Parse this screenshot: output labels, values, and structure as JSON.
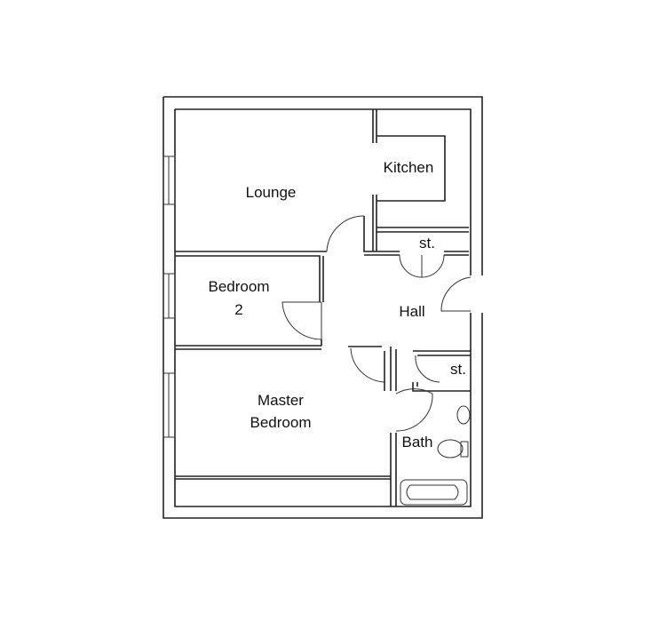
{
  "rooms": {
    "lounge": "Lounge",
    "kitchen": "Kitchen",
    "store_upper": "st.",
    "bedroom2_line1": "Bedroom",
    "bedroom2_line2": "2",
    "hall": "Hall",
    "store_lower": "st.",
    "master_line1": "Master",
    "master_line2": "Bedroom",
    "bath": "Bath"
  },
  "colors": {
    "line": "#222222",
    "background": "#ffffff"
  }
}
